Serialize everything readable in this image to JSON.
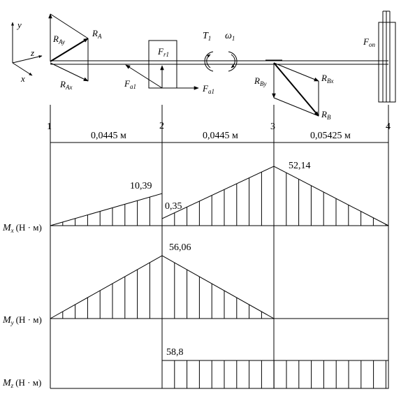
{
  "scheme": {
    "axes": {
      "y": "y",
      "z": "z",
      "x": "x"
    },
    "forces": {
      "RA": "R",
      "RA_sub": "A",
      "RAy": "R",
      "RAy_sub": "Ay",
      "RAx": "R",
      "RAx_sub": "Ax",
      "Fr1": "F",
      "Fr1_sub": "r1",
      "Fa1_left": "F",
      "Fa1_left_sub": "a1",
      "Fa1_right": "F",
      "Fa1_right_sub": "a1",
      "T1": "T",
      "T1_sub": "1",
      "omega1": "ω",
      "omega1_sub": "1",
      "RBy": "R",
      "RBy_sub": "By",
      "RBx": "R",
      "RBx_sub": "Bx",
      "RB": "R",
      "RB_sub": "B",
      "Fop": "F",
      "Fop_sub": "оп"
    }
  },
  "points": [
    "1",
    "2",
    "3",
    "4"
  ],
  "spans": [
    "0,0445 м",
    "0,0445 м",
    "0,05425 м"
  ],
  "diagrams": {
    "Mx": {
      "symbol": "M",
      "sub": "x",
      "unit": "(Н · м)",
      "values": [
        "10,39",
        "0,35",
        "52,14"
      ]
    },
    "My": {
      "symbol": "M",
      "sub": "y",
      "unit": "(Н · м)",
      "values": [
        "56,06"
      ]
    },
    "Mz": {
      "symbol": "M",
      "sub": "z",
      "unit": "(Н · м)",
      "values": [
        "58,8"
      ]
    }
  }
}
